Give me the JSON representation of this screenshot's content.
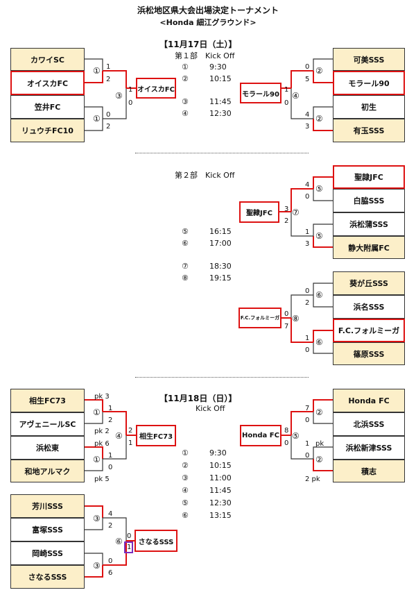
{
  "header": {
    "title": "浜松地区県大会出場決定トーナメント",
    "venue": "<Honda 細江グラウンド>"
  },
  "day1": {
    "date": "【11月17日（土）】",
    "part1_label": "第１部　Kick Off",
    "part2_label": "第２部　Kick Off",
    "schedule_part1": [
      {
        "no": "①",
        "time": "9:30"
      },
      {
        "no": "②",
        "time": "10:15"
      },
      {
        "no": "③",
        "time": "11:45"
      },
      {
        "no": "④",
        "time": "12:30"
      }
    ],
    "schedule_part2": [
      {
        "no": "⑤",
        "time": "16:15"
      },
      {
        "no": "⑥",
        "time": "17:00"
      },
      {
        "no": "⑦",
        "time": "18:30"
      },
      {
        "no": "⑧",
        "time": "19:15"
      }
    ],
    "left_teams": [
      "カワイSC",
      "オイスカFC",
      "笠井FC",
      "リュウチFC10"
    ],
    "left_winner": "オイスカFC",
    "right_teams": [
      "可美SSS",
      "モラール90",
      "初生",
      "有玉SSS"
    ],
    "right_winner": "モラール90",
    "group2_teams": [
      "聖隷JFC",
      "白脇SSS",
      "浜松蒲SSS",
      "静大附属FC"
    ],
    "group2_winner": "聖隷JFC",
    "group3_teams": [
      "葵が丘SSS",
      "浜名SSS",
      "F.C.フォルミーガ",
      "篠原SSS"
    ],
    "group3_winner": "F.C.フォルミーガ",
    "circles": [
      "①",
      "②",
      "③",
      "④",
      "⑤",
      "⑥",
      "⑦",
      "⑧"
    ],
    "scores": {
      "l1": [
        "1",
        "2",
        "0",
        "2"
      ],
      "l3": [
        "1",
        "0"
      ],
      "r2": [
        "0",
        "5",
        "4",
        "3"
      ],
      "r4": [
        "1",
        "0"
      ],
      "g2": [
        "4",
        "0",
        "1",
        "3"
      ],
      "g2f": [
        "3",
        "2"
      ],
      "g3": [
        "0",
        "2",
        "1",
        "0"
      ],
      "g3f": [
        "0",
        "7"
      ]
    }
  },
  "day2": {
    "date": "【11月18日（日）】",
    "kickoff": "Kick Off",
    "schedule": [
      {
        "no": "①",
        "time": "9:30"
      },
      {
        "no": "②",
        "time": "10:15"
      },
      {
        "no": "③",
        "time": "11:00"
      },
      {
        "no": "④",
        "time": "11:45"
      },
      {
        "no": "⑤",
        "time": "12:30"
      },
      {
        "no": "⑥",
        "time": "13:15"
      }
    ],
    "left_teams": [
      "相生FC73",
      "アヴェニールSC",
      "浜松東",
      "和地アルマク"
    ],
    "left_winner": "相生FC73",
    "right_teams": [
      "Honda FC",
      "北浜SSS",
      "浜松新津SSS",
      "積志"
    ],
    "right_winner": "Honda FC",
    "bottom_teams": [
      "芳川SSS",
      "富塚SSS",
      "岡崎SSS",
      "さなるSSS"
    ],
    "bottom_winner": "さなるSSS",
    "scores": {
      "l": [
        "1",
        "2",
        "1",
        "0"
      ],
      "lpk": [
        "pk 3",
        "pk 2",
        "pk 6",
        "pk 5"
      ],
      "lf": [
        "2",
        "1"
      ],
      "r": [
        "7",
        "0",
        "1",
        "0"
      ],
      "rpk": [
        "pk",
        "2 pk"
      ],
      "rf": [
        "8",
        "0"
      ],
      "b": [
        "4",
        "2",
        "0",
        "6"
      ],
      "bf": [
        "0",
        "1"
      ]
    }
  },
  "colors": {
    "highlight": "#fcefc9",
    "winner_border": "#d11111",
    "bracket": "#d11111",
    "line": "#333333",
    "tiebreak": "#7a2fbf"
  }
}
